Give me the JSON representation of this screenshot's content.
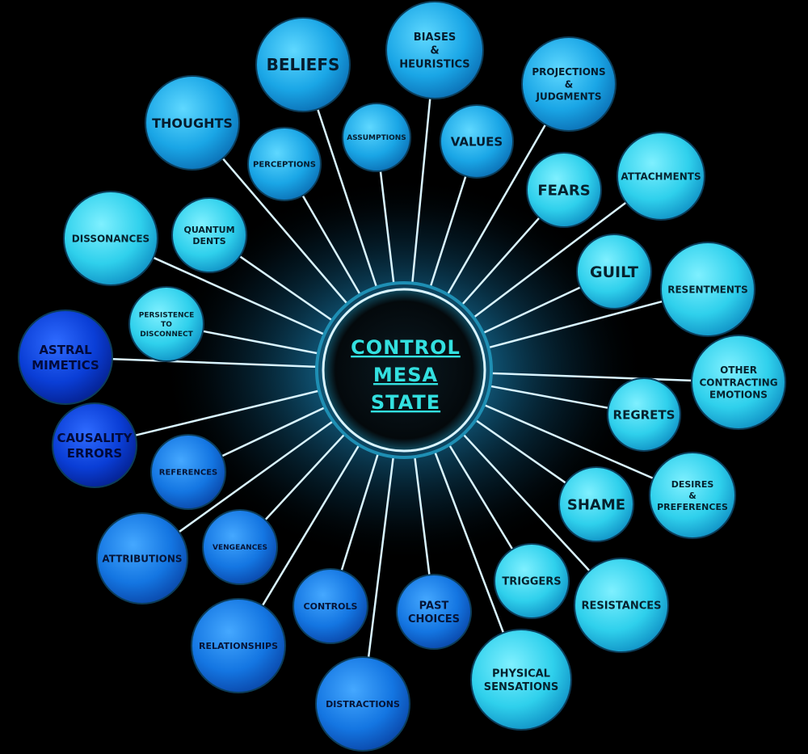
{
  "center": {
    "lines": [
      "CONTROL",
      "MESA",
      "STATE"
    ]
  },
  "palette": {
    "light": "#2fd0ec",
    "mid": "#1aa6e6",
    "dark": "#1476e2",
    "deep": "#0a3ed6",
    "connector": "#d9f4ff",
    "center_text": "#33e0e0"
  },
  "nodes": [
    {
      "id": "beliefs",
      "lines": [
        "BELIEFS"
      ],
      "tone": "mid"
    },
    {
      "id": "biases-heuristics",
      "lines": [
        "BIASES",
        "&",
        "HEURISTICS"
      ],
      "tone": "mid"
    },
    {
      "id": "projections-judgments",
      "lines": [
        "PROJECTIONS",
        "&",
        "JUDGMENTS"
      ],
      "tone": "mid"
    },
    {
      "id": "thoughts",
      "lines": [
        "THOUGHTS"
      ],
      "tone": "mid"
    },
    {
      "id": "assumptions",
      "lines": [
        "ASSUMPTIONS"
      ],
      "tone": "mid"
    },
    {
      "id": "values",
      "lines": [
        "VALUES"
      ],
      "tone": "mid"
    },
    {
      "id": "perceptions",
      "lines": [
        "PERCEPTIONS"
      ],
      "tone": "mid"
    },
    {
      "id": "fears",
      "lines": [
        "FEARS"
      ],
      "tone": "light"
    },
    {
      "id": "attachments",
      "lines": [
        "ATTACHMENTS"
      ],
      "tone": "light"
    },
    {
      "id": "dissonances",
      "lines": [
        "DISSONANCES"
      ],
      "tone": "light"
    },
    {
      "id": "quantum-dents",
      "lines": [
        "QUANTUM",
        "DENTS"
      ],
      "tone": "light"
    },
    {
      "id": "guilt",
      "lines": [
        "GUILT"
      ],
      "tone": "light"
    },
    {
      "id": "resentments",
      "lines": [
        "RESENTMENTS"
      ],
      "tone": "light"
    },
    {
      "id": "persistence-to-disconnect",
      "lines": [
        "PERSISTENCE",
        "TO",
        "DISCONNECT"
      ],
      "tone": "light"
    },
    {
      "id": "astral-mimetics",
      "lines": [
        "ASTRAL",
        "MIMETICS"
      ],
      "tone": "deep"
    },
    {
      "id": "other-contracting-emotions",
      "lines": [
        "OTHER",
        "CONTRACTING",
        "EMOTIONS"
      ],
      "tone": "light"
    },
    {
      "id": "causality-errors",
      "lines": [
        "CAUSALITY",
        "ERRORS"
      ],
      "tone": "deep"
    },
    {
      "id": "regrets",
      "lines": [
        "REGRETS"
      ],
      "tone": "light"
    },
    {
      "id": "references",
      "lines": [
        "REFERENCES"
      ],
      "tone": "dark"
    },
    {
      "id": "shame",
      "lines": [
        "SHAME"
      ],
      "tone": "light"
    },
    {
      "id": "desires-preferences",
      "lines": [
        "DESIRES",
        "&",
        "PREFERENCES"
      ],
      "tone": "light"
    },
    {
      "id": "attributions",
      "lines": [
        "ATTRIBUTIONS"
      ],
      "tone": "dark"
    },
    {
      "id": "vengeances",
      "lines": [
        "VENGEANCES"
      ],
      "tone": "dark"
    },
    {
      "id": "triggers",
      "lines": [
        "TRIGGERS"
      ],
      "tone": "light"
    },
    {
      "id": "resistances",
      "lines": [
        "RESISTANCES"
      ],
      "tone": "light"
    },
    {
      "id": "controls",
      "lines": [
        "CONTROLS"
      ],
      "tone": "dark"
    },
    {
      "id": "past-choices",
      "lines": [
        "PAST",
        "CHOICES"
      ],
      "tone": "dark"
    },
    {
      "id": "relationships",
      "lines": [
        "RELATIONSHIPS"
      ],
      "tone": "dark"
    },
    {
      "id": "physical-sensations",
      "lines": [
        "PHYSICAL",
        "SENSATIONS"
      ],
      "tone": "light"
    },
    {
      "id": "distractions",
      "lines": [
        "DISTRACTIONS"
      ],
      "tone": "dark"
    }
  ]
}
